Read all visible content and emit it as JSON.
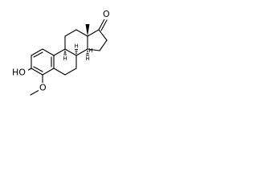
{
  "atoms": {
    "ho": "HO",
    "o_ketone": "O",
    "o_methoxy": "O",
    "h_c9": "H",
    "h_c8": "H",
    "h_c14": "H",
    "h_c13": "H"
  }
}
